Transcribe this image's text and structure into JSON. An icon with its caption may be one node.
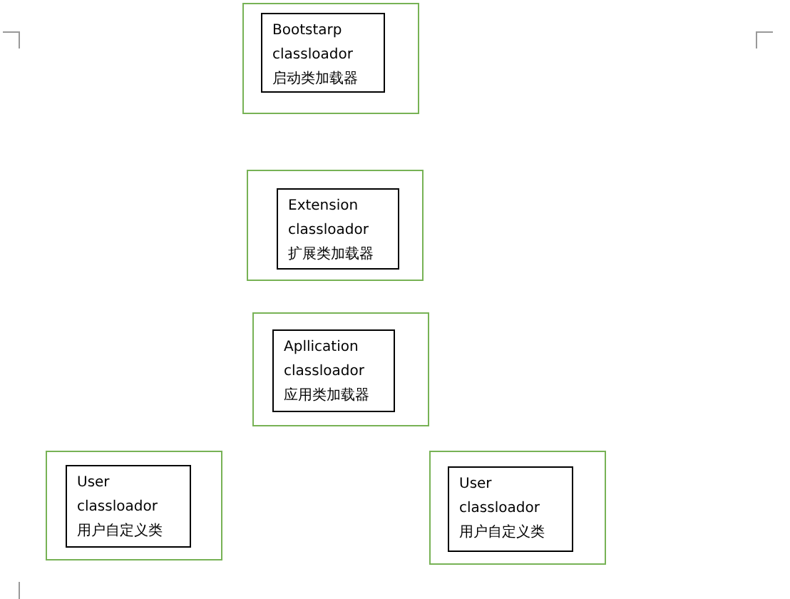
{
  "diagram": {
    "nodes": [
      {
        "text": [],
        "shape": "box"
      },
      {
        "text": [
          "Bootstarp",
          "classloador",
          "启动类加载器"
        ],
        "in": 0
      },
      {
        "text": [],
        "shape": "box"
      },
      {
        "text": [
          "Extension",
          "classloador",
          "扩展类加载器"
        ],
        "in": 2
      },
      {
        "text": [],
        "shape": "box"
      },
      {
        "text": [
          "Apllication",
          "classloador",
          "应用类加载器"
        ],
        "in": 4
      },
      {
        "text": [],
        "shape": "box"
      },
      {
        "text": [
          "User",
          "classloador",
          "用户自定义类"
        ],
        "in": 6
      },
      {
        "text": [],
        "shape": "box"
      },
      {
        "text": [
          "User",
          "classloador",
          "用户自定义类"
        ],
        "in": 8
      }
    ]
  }
}
